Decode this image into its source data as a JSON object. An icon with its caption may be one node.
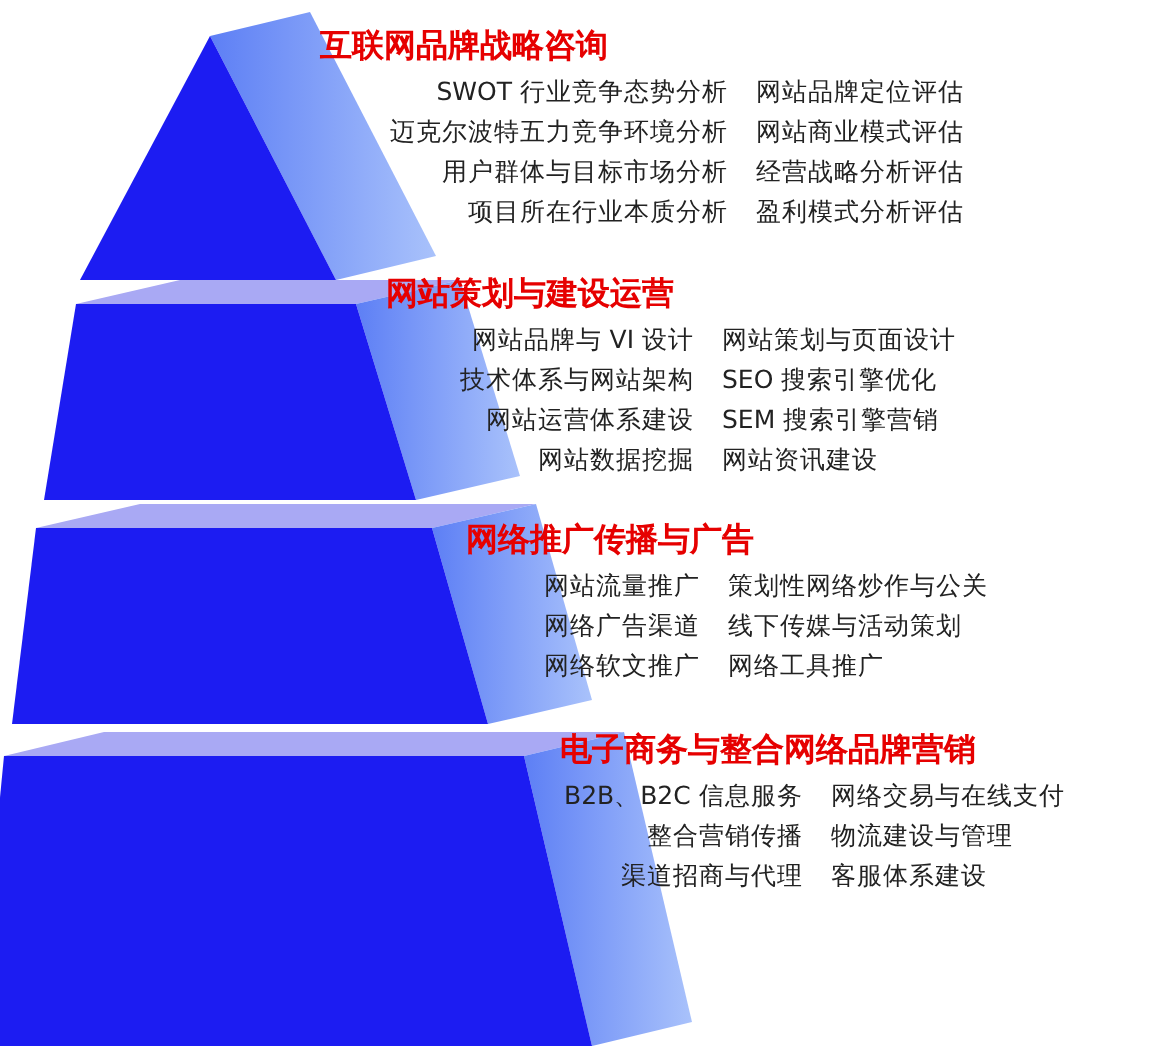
{
  "diagram": {
    "nodes": [
      {
        "text": [
          "互联网品牌战略咨询",
          "SWOT 行业竞争态势分析",
          "网站品牌定位评估",
          "迈克尔波特五力竞争环境分析",
          "网站商业模式评估",
          "用户群体与目标市场分析",
          "经营战略分析评估",
          "项目所在行业本质分析",
          "盈利模式分析评估"
        ]
      },
      {
        "text": [
          "网站策划与建设运营",
          "网站品牌与 VI 设计",
          "网站策划与页面设计",
          "技术体系与网站架构",
          "SEO 搜索引擎优化",
          "网站运营体系建设",
          "SEM 搜索引擎营销",
          "网站数据挖掘",
          "网站资讯建设"
        ]
      },
      {
        "text": [
          "网络推广传播与广告",
          "网站流量推广",
          "策划性网络炒作与公关",
          "网络广告渠道",
          "线下传媒与活动策划",
          "网络软文推广",
          "网络工具推广"
        ]
      },
      {
        "text": [
          "电子商务与整合网络品牌营销",
          "B2B、B2C 信息服务",
          "网络交易与在线支付",
          "整合营销传播",
          "物流建设与管理",
          "渠道招商与代理",
          "客服体系建设"
        ]
      }
    ]
  }
}
